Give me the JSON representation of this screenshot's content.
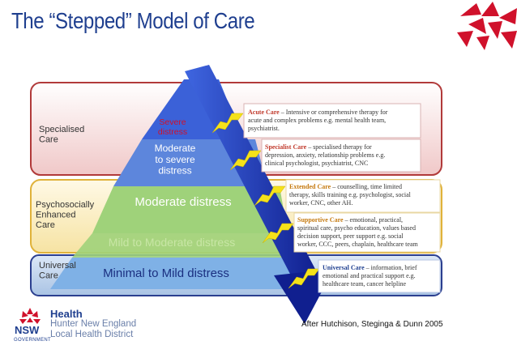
{
  "title": "The “Stepped” Model of Care",
  "bands": {
    "specialised": "Specialised\nCare",
    "psychosocial": "Psychosocially\nEnhanced\nCare",
    "universal": "Universal\nCare"
  },
  "pyramid": {
    "severe": "Severe\ndistress",
    "moderate_severe": "Moderate\nto severe\ndistress",
    "moderate": "Moderate distress",
    "mild_moderate": "Mild to Moderate distress",
    "minimal_mild": "Minimal to Mild distress"
  },
  "care_boxes": [
    {
      "head": "Acute Care",
      "text": "– Intensive or comprehensive therapy for\nacute and complex problems e.g. mental health team,\npsychiatrist.",
      "head_color": "#c0392b"
    },
    {
      "head": "Specialist Care",
      "text": "– specialised therapy for\ndepression, anxiety, relationship problems e.g.\nclinical psychologist, psychiatrist, CNC",
      "head_color": "#c0392b"
    },
    {
      "head": "Extended Care",
      "text": "– counselling, time limited\ntherapy, skills training e.g. psychologist, social\nworker, CNC, other AH.",
      "head_color": "#c57a10"
    },
    {
      "head": "Supportive Care",
      "text": "– emotional, practical,\nspiritual care, psycho education, values based\ndecision support, peer support e.g. social\nworker, CCC, peers, chaplain, healthcare team",
      "head_color": "#c57a10"
    },
    {
      "head": "Universal Care",
      "text": "– information, brief\nemotional and practical support e.g.\nhealthcare team, cancer helpline",
      "head_color": "#1f3f8f"
    }
  ],
  "footer": {
    "health": "Health",
    "district_1": "Hunter New England",
    "district_2": "Local Health District",
    "nsw": "NSW",
    "government": "GOVERNMENT",
    "citation": "After Hutchison, Steginga & Dunn 2005"
  },
  "colors": {
    "title": "#1f3f8f",
    "specialised_border": "#b13a3a",
    "psychosocial_border": "#e0b23a",
    "universal_border": "#2b3f8f",
    "arrow": "#1a2fae",
    "lightning": "#f5e21a",
    "waratah": "#d0112b"
  }
}
